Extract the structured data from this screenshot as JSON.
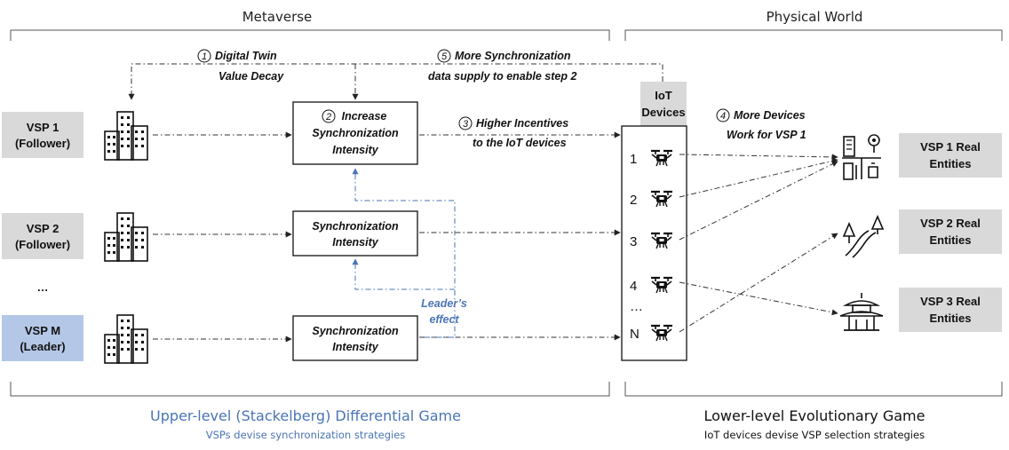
{
  "sections": {
    "metaverse": "Metaverse",
    "physical_world": "Physical World"
  },
  "vsps": [
    {
      "line1": "VSP 1",
      "line2": "(Follower)",
      "fill": "#d9d9d9"
    },
    {
      "line1": "VSP 2",
      "line2": "(Follower)",
      "fill": "#d9d9d9"
    },
    {
      "line1": "VSP M",
      "line2": "(Leader)",
      "fill": "#b4c7e7"
    }
  ],
  "ellipsis": "…",
  "sync_boxes": [
    {
      "line1": "Increase",
      "line2": "Synchronization",
      "line3": "Intensity",
      "step": "2"
    },
    {
      "line1": "Synchronization",
      "line2": "Intensity"
    },
    {
      "line1": "Synchronization",
      "line2": "Intensity"
    }
  ],
  "iot": {
    "line1": "IoT",
    "line2": "Devices",
    "fill": "#d9d9d9"
  },
  "devices": [
    "1",
    "2",
    "3",
    "4",
    "…",
    "N"
  ],
  "devices_icon": "drone-icon",
  "real_entities": [
    {
      "line1": "VSP 1 Real",
      "line2": "Entities",
      "icon": "city-map-icon"
    },
    {
      "line1": "VSP 2 Real",
      "line2": "Entities",
      "icon": "road-trees-icon"
    },
    {
      "line1": "VSP 3 Real",
      "line2": "Entities",
      "icon": "pagoda-icon"
    }
  ],
  "annotations": {
    "step1": {
      "num": "1",
      "line1": "Digital Twin",
      "line2": "Value Decay"
    },
    "step3": {
      "num": "3",
      "line1": "Higher Incentives",
      "line2": "to the IoT devices"
    },
    "step4": {
      "num": "4",
      "line1": "More Devices",
      "line2": "Work for VSP 1"
    },
    "step5": {
      "num": "5",
      "line1": "More Synchronization",
      "line2": "data supply to enable step 2"
    },
    "leader_effect": {
      "line1": "Leader’s",
      "line2": "effect"
    }
  },
  "bottom": {
    "upper_title": "Upper-level (Stackelberg) Differential Game",
    "upper_sub": "VSPs devise synchronization strategies",
    "lower_title": "Lower-level Evolutionary Game",
    "lower_sub": "IoT devices devise VSP selection strategies"
  },
  "colors": {
    "accent_blue": "#4a74b5",
    "follower_gray": "#d9d9d9",
    "leader_blue": "#b4c7e7"
  }
}
